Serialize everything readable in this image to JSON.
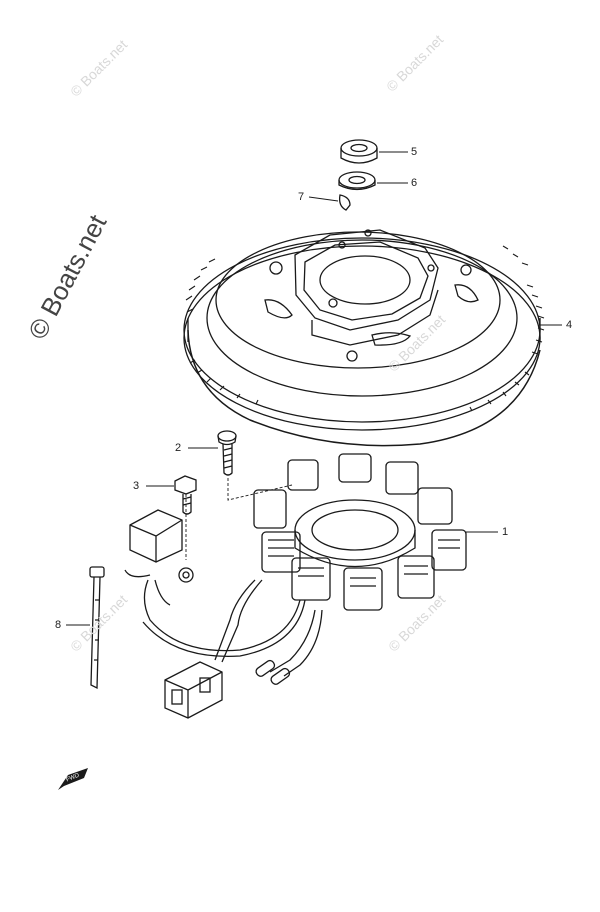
{
  "watermark": {
    "main": "© Boats.net",
    "small": "© Boats.net"
  },
  "callouts": [
    {
      "number": "1"
    },
    {
      "number": "2"
    },
    {
      "number": "3"
    },
    {
      "number": "4"
    },
    {
      "number": "5"
    },
    {
      "number": "6"
    },
    {
      "number": "7"
    },
    {
      "number": "8"
    }
  ],
  "fwd_label": "FWD"
}
